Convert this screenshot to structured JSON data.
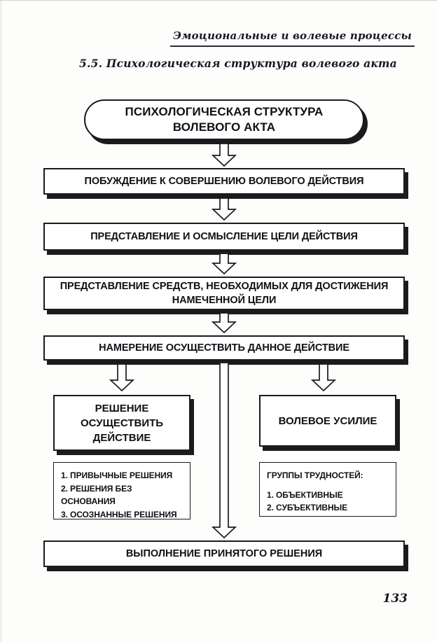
{
  "page": {
    "running_header": "Эмоциональные и волевые процессы",
    "section_title": "5.5. Психологическая структура волевого акта",
    "page_number": "133"
  },
  "diagram": {
    "title_line1": "ПСИХОЛОГИЧЕСКАЯ СТРУКТУРА",
    "title_line2": "ВОЛЕВОГО АКТА",
    "steps": [
      "ПОБУЖДЕНИЕ К СОВЕРШЕНИЮ ВОЛЕВОГО ДЕЙСТВИЯ",
      "ПРЕДСТАВЛЕНИЕ И ОСМЫСЛЕНИЕ ЦЕЛИ ДЕЙСТВИЯ",
      "ПРЕДСТАВЛЕНИЕ СРЕДСТВ, НЕОБХОДИМЫХ ДЛЯ ДОСТИЖЕНИЯ НАМЕЧЕННОЙ ЦЕЛИ",
      "НАМЕРЕНИЕ ОСУЩЕСТВИТЬ ДАННОЕ ДЕЙСТВИЕ"
    ],
    "decision_box": "РЕШЕНИЕ ОСУЩЕСТВИТЬ ДЕЙСТВИЕ",
    "decision_list": [
      "1. ПРИВЫЧНЫЕ РЕШЕНИЯ",
      "2. РЕШЕНИЯ БЕЗ ОСНОВАНИЯ",
      "3. ОСОЗНАННЫЕ РЕШЕНИЯ"
    ],
    "effort_box": "ВОЛЕВОЕ УСИЛИЕ",
    "difficulties_title": "ГРУППЫ ТРУДНОСТЕЙ:",
    "difficulties_list": [
      "1. ОБЪЕКТИВНЫЕ",
      "2. СУБЪЕКТИВНЫЕ"
    ],
    "final_box": "ВЫПОЛНЕНИЕ ПРИНЯТОГО РЕШЕНИЯ"
  }
}
